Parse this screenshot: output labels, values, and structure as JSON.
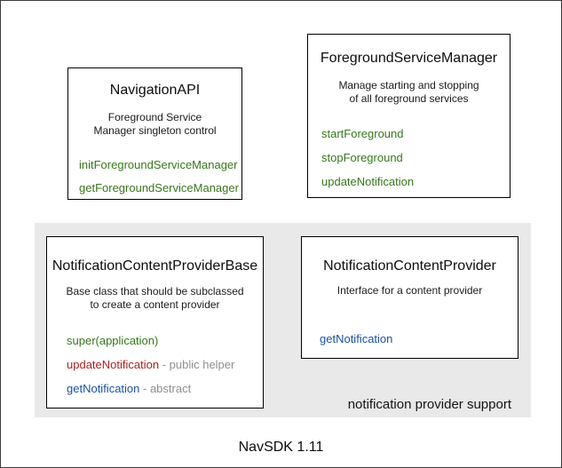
{
  "colors": {
    "method_green": "#38761d",
    "method_red": "#a82222",
    "method_blue": "#1a52a0",
    "annotation_gray": "#8f8f8f",
    "panel_gray": "#e9e9e9",
    "box_border": "#000000"
  },
  "boxes": {
    "navigation_api": {
      "title": "NavigationAPI",
      "description": [
        "Foreground Service",
        "Manager singleton control"
      ],
      "methods": [
        {
          "name": "initForegroundServiceManager",
          "color": "#38761d"
        },
        {
          "name": "getForegroundServiceManager",
          "color": "#38761d"
        }
      ]
    },
    "foreground_service_manager": {
      "title": "ForegroundServiceManager",
      "description": [
        "Manage starting and stopping",
        "of all foreground services"
      ],
      "methods": [
        {
          "name": "startForeground",
          "color": "#38761d"
        },
        {
          "name": "stopForeground",
          "color": "#38761d"
        },
        {
          "name": "updateNotification",
          "color": "#38761d"
        }
      ]
    },
    "notification_content_provider_base": {
      "title": "NotificationContentProviderBase",
      "description": [
        "Base class that should be subclassed",
        "to create a content provider"
      ],
      "methods": [
        {
          "name": "super(application)",
          "color": "#38761d",
          "suffix": ""
        },
        {
          "name": "updateNotification",
          "color": "#a82222",
          "suffix": " - public helper"
        },
        {
          "name": "getNotification",
          "color": "#1a52a0",
          "suffix": " - abstract"
        }
      ]
    },
    "notification_content_provider": {
      "title": "NotificationContentProvider",
      "description": [
        "Interface for a content provider"
      ],
      "methods": [
        {
          "name": "getNotification",
          "color": "#1a52a0"
        }
      ]
    }
  },
  "panel": {
    "caption": "notification provider support"
  },
  "footer": {
    "caption": "NavSDK 1.11"
  }
}
